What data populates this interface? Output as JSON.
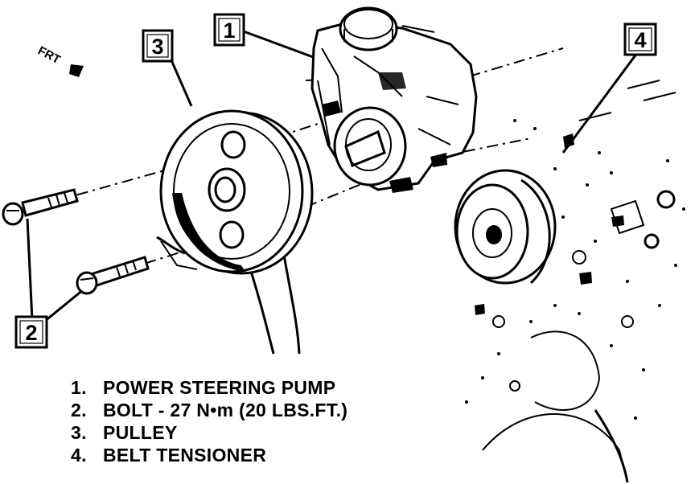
{
  "direction_marker": "FRT",
  "callouts": [
    {
      "id": "1",
      "label": "1"
    },
    {
      "id": "2",
      "label": "2"
    },
    {
      "id": "3",
      "label": "3"
    },
    {
      "id": "4",
      "label": "4"
    }
  ],
  "legend": [
    {
      "num": "1.",
      "text": "POWER STEERING PUMP"
    },
    {
      "num": "2.",
      "text": "BOLT - 27 N•m (20 LBS.FT.)"
    },
    {
      "num": "3.",
      "text": "PULLEY"
    },
    {
      "num": "4.",
      "text": "BELT TENSIONER"
    }
  ]
}
